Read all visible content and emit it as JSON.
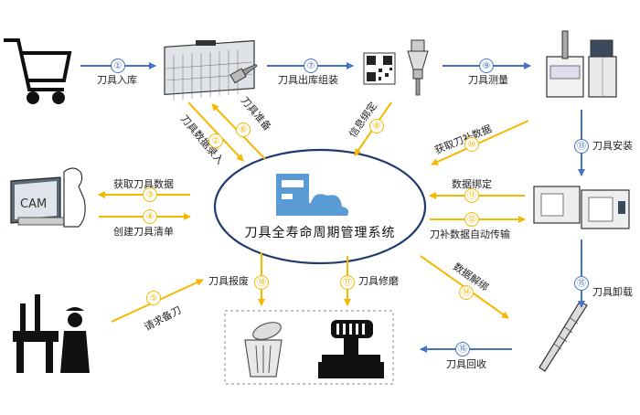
{
  "center": {
    "title": "刀具全寿命周期管理系统"
  },
  "icons": [
    "cart-icon",
    "tool-cabinet-icon",
    "qr-code-icon",
    "tool-holder-icon",
    "presetter-icon",
    "cam-workstation-icon",
    "cloud-database-icon",
    "cnc-machine-icon",
    "worker-machine-icon",
    "trash-bin-icon",
    "grinder-icon",
    "drill-bit-icon"
  ],
  "colors": {
    "blue": "#4472c4",
    "gold": "#f5b800",
    "ellipse": "#1f3a6e",
    "cloud": "#5b9bd5"
  },
  "steps": [
    {
      "num": "①",
      "label": "刀具入库",
      "color": "blue"
    },
    {
      "num": "②",
      "label": "刀具数据录入",
      "color": "gold"
    },
    {
      "num": "③",
      "label": "获取刀具数据",
      "color": "gold"
    },
    {
      "num": "④",
      "label": "创建刀具清单",
      "color": "gold"
    },
    {
      "num": "⑤",
      "label": "请求备刀",
      "color": "gold"
    },
    {
      "num": "⑥",
      "label": "刀具准备",
      "color": "gold"
    },
    {
      "num": "⑦",
      "label": "刀具出库组装",
      "color": "blue"
    },
    {
      "num": "⑧",
      "label": "信息绑定",
      "color": "gold"
    },
    {
      "num": "⑨",
      "label": "刀具测量",
      "color": "blue"
    },
    {
      "num": "⑩",
      "label": "获取刀补数据",
      "color": "gold"
    },
    {
      "num": "⑪",
      "label": "数据绑定",
      "color": "gold"
    },
    {
      "num": "⑫",
      "label": "刀补数据自动传输",
      "color": "gold"
    },
    {
      "num": "⑬",
      "label": "刀具安装",
      "color": "blue"
    },
    {
      "num": "⑭",
      "label": "数据解绑",
      "color": "gold"
    },
    {
      "num": "⑮",
      "label": "刀具卸载",
      "color": "blue"
    },
    {
      "num": "⑯",
      "label": "刀具回收",
      "color": "blue"
    },
    {
      "num": "⑰",
      "label": "刀具修磨",
      "color": "gold"
    },
    {
      "num": "⑱",
      "label": "刀具报废",
      "color": "gold"
    }
  ],
  "cam_screen_text": "CAM"
}
